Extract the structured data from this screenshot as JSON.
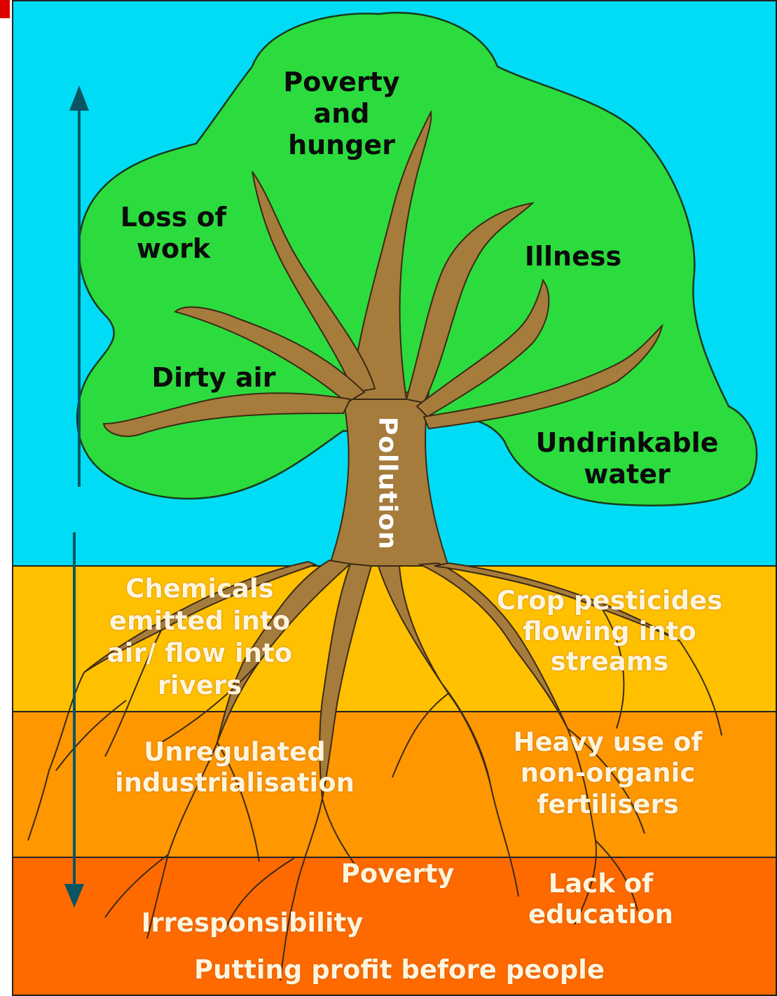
{
  "crown_labels": {
    "poverty_hunger": "Poverty\nand\nhunger",
    "loss_of_work": "Loss of\nwork",
    "illness": "Illness",
    "dirty_air": "Dirty air",
    "undrinkable_water": "Undrinkable\nwater"
  },
  "trunk_label": "Pollution",
  "root_labels": {
    "chemicals": "Chemicals\nemitted into\nair/ flow into\nrivers",
    "crop_pesticides": "Crop pesticides\nflowing into\nstreams",
    "unregulated": "Unregulated\nindustrialisation",
    "heavy_use": "Heavy use of\nnon-organic\nfertilisers",
    "poverty": "Poverty",
    "lack_of_education": "Lack of\neducation",
    "irresponsibility": "Irresponsibility",
    "putting_profit": "Putting profit before people"
  },
  "colors": {
    "sky": "#00dcf5",
    "crown": "#2cdc3e",
    "trunk": "#a67c3c",
    "soil_layer_1": "#ffc000",
    "soil_layer_2": "#ff9700",
    "soil_layer_3": "#ff6a00",
    "arrow": "#0a5562",
    "corner_marker": "#e00000"
  }
}
